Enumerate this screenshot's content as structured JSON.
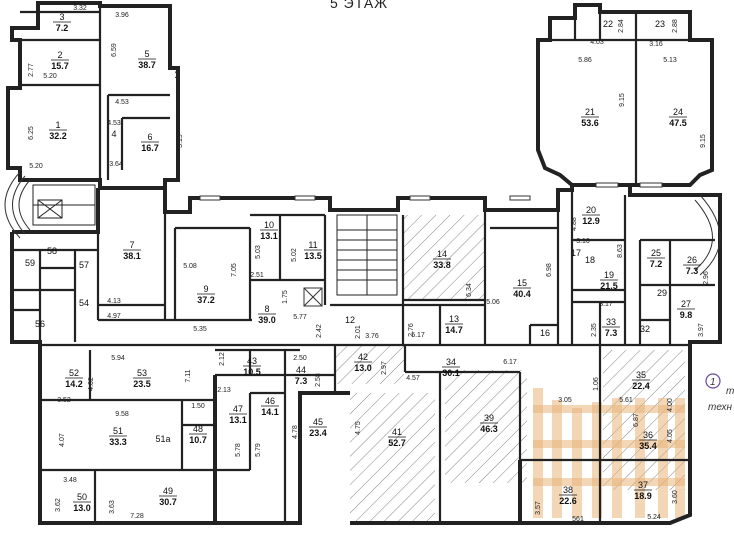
{
  "title": "5  ЭТАЖ",
  "note": {
    "badge": "1",
    "text": "т",
    "text2": "техн"
  },
  "rooms": [
    {
      "n": "1",
      "a": "32.2"
    },
    {
      "n": "2",
      "a": "15.7"
    },
    {
      "n": "3",
      "a": "7.2"
    },
    {
      "n": "4",
      "a": ""
    },
    {
      "n": "5",
      "a": "38.7"
    },
    {
      "n": "6",
      "a": "16.7"
    },
    {
      "n": "7",
      "a": "38.1"
    },
    {
      "n": "8",
      "a": "39.0"
    },
    {
      "n": "9",
      "a": "37.2"
    },
    {
      "n": "10",
      "a": "13.1"
    },
    {
      "n": "11",
      "a": "13.5"
    },
    {
      "n": "12",
      "a": ""
    },
    {
      "n": "13",
      "a": "14.7"
    },
    {
      "n": "14",
      "a": "33.8"
    },
    {
      "n": "15",
      "a": "40.4"
    },
    {
      "n": "16",
      "a": ""
    },
    {
      "n": "17",
      "a": ""
    },
    {
      "n": "18",
      "a": ""
    },
    {
      "n": "19",
      "a": "21.5"
    },
    {
      "n": "20",
      "a": "12.9"
    },
    {
      "n": "21",
      "a": "53.6"
    },
    {
      "n": "22",
      "a": ""
    },
    {
      "n": "23",
      "a": ""
    },
    {
      "n": "24",
      "a": "47.5"
    },
    {
      "n": "25",
      "a": "7.2"
    },
    {
      "n": "26",
      "a": "7.3"
    },
    {
      "n": "27",
      "a": "9.8"
    },
    {
      "n": "29",
      "a": ""
    },
    {
      "n": "32",
      "a": ""
    },
    {
      "n": "33",
      "a": "7.3"
    },
    {
      "n": "34",
      "a": "30.1"
    },
    {
      "n": "35",
      "a": "22.4"
    },
    {
      "n": "36",
      "a": "35.4"
    },
    {
      "n": "37",
      "a": "18.9"
    },
    {
      "n": "38",
      "a": "22.6"
    },
    {
      "n": "39",
      "a": "46.3"
    },
    {
      "n": "41",
      "a": "52.7"
    },
    {
      "n": "42",
      "a": "13.0"
    },
    {
      "n": "43",
      "a": "10.5"
    },
    {
      "n": "44",
      "a": "7.3"
    },
    {
      "n": "45",
      "a": "23.4"
    },
    {
      "n": "46",
      "a": "14.1"
    },
    {
      "n": "47",
      "a": "13.1"
    },
    {
      "n": "48",
      "a": "10.7"
    },
    {
      "n": "49",
      "a": "30.7"
    },
    {
      "n": "50",
      "a": "13.0"
    },
    {
      "n": "51",
      "a": "33.3"
    },
    {
      "n": "51a",
      "a": ""
    },
    {
      "n": "52",
      "a": "14.2"
    },
    {
      "n": "53",
      "a": "23.5"
    },
    {
      "n": "54",
      "a": ""
    },
    {
      "n": "56",
      "a": ""
    },
    {
      "n": "57",
      "a": ""
    },
    {
      "n": "58",
      "a": ""
    },
    {
      "n": "59",
      "a": ""
    }
  ],
  "dims": [
    "3.32",
    "2.77",
    "5.20",
    "6.59",
    "3.96",
    "4.17",
    "4.53",
    "4.53",
    "3.19",
    "3.64",
    "6.25",
    "5.20",
    "4.13",
    "4.97",
    "5.08",
    "7.05",
    "5.35",
    "2.51",
    "1.75",
    "5.77",
    "5.03",
    "5.02",
    "3.76",
    "2.42",
    "2.01",
    "2.76",
    "5.17",
    "6.34",
    "5.06",
    "6.98",
    "4.03",
    "2.84",
    "3.16",
    "2.88",
    "5.86",
    "5.13",
    "9.15",
    "9.15",
    "4.88",
    "3.16",
    "8.63",
    "3.17",
    "2.35",
    "2.96",
    "3.97",
    "5.94",
    "3.52",
    "4.02",
    "9.58",
    "7.11",
    "1.50",
    "2.12",
    "2.13",
    "2.50",
    "2.58",
    "4.57",
    "2.97",
    "6.17",
    "1.06",
    "3.05",
    "5.61",
    "6.87",
    "4.00",
    "4.05",
    "4.07",
    "3.48",
    "3.62",
    "3.63",
    "7.28",
    "5.78",
    "5.79",
    "4.78",
    "4.75",
    "3.57",
    "561",
    "5.24",
    "3.60"
  ]
}
